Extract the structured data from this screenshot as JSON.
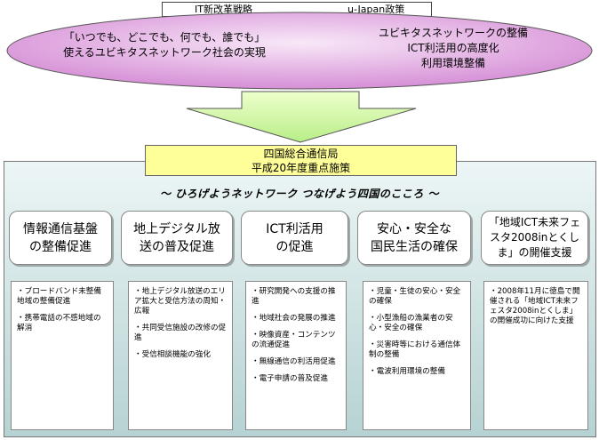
{
  "top": {
    "left_label": "IT新改革戦略",
    "right_label": "u-Japan政策"
  },
  "ellipse": {
    "left_lines": [
      "「いつでも、どこでも、何でも、誰でも」",
      "使えるユビキタスネットワーク社会の実現"
    ],
    "right_lines": [
      "ユビキタスネットワークの整備",
      "ICT利活用の高度化",
      "利用環境整備"
    ]
  },
  "hq": {
    "line1": "四国総合通信局",
    "line2": "平成20年度重点施策"
  },
  "slogan": "～ ひろげようネットワーク つなげよう四国のこころ ～",
  "colors": {
    "ellipse_fill": "#dd99dd",
    "arrow_fill": "#ccff99",
    "panel_fill": "#c9dede",
    "hq_fill": "#ffff99"
  },
  "columns": [
    {
      "heading_lines": [
        "情報通信基盤",
        "の整備促進"
      ],
      "items": [
        "・ブロードバンド未整備地域の整備促進",
        "・携帯電話の不感地域の解消"
      ]
    },
    {
      "heading_lines": [
        "地上デジタル放",
        "送の普及促進"
      ],
      "items": [
        "・地上デジタル放送のエリア拡大と受信方法の周知・広報",
        "・共同受信施設の改修の促進",
        "・受信相談機能の強化"
      ]
    },
    {
      "heading_lines": [
        "ICT利活用",
        "の促進"
      ],
      "items": [
        "・研究開発への支援の推進",
        "・地域社会の発展の推進",
        "・映像資産・コンテンツの流通促進",
        "・無線通信の利活用促進",
        "・電子申請の普及促進"
      ]
    },
    {
      "heading_lines": [
        "安心・安全な",
        "国民生活の確保"
      ],
      "items": [
        "・児童・生徒の安心・安全の確保",
        "・小型漁船の漁業者の安心・安全の確保",
        "・災害時等における通信体制の整備",
        "・電波利用環境の整備"
      ]
    },
    {
      "heading_lines": [
        "「地域ICT未来フェ",
        "スタ2008inとくし",
        "ま」の開催支援"
      ],
      "items": [
        "・2008年11月に徳島で開催される「地域ICT未来フェスタ2008inとくしま」の開催成功に向けた支援"
      ]
    }
  ]
}
